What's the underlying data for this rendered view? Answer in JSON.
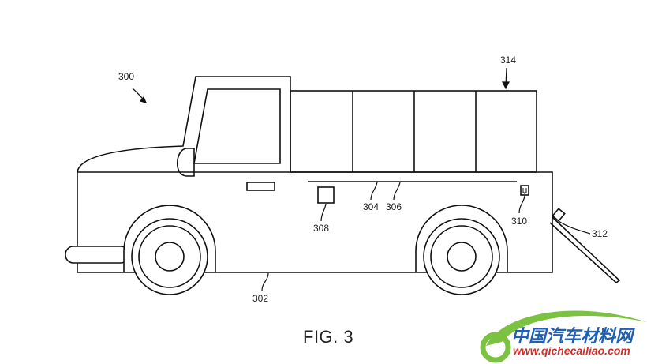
{
  "figure": {
    "caption": "FIG. 3",
    "labels": {
      "vehicle": "300",
      "body": "302",
      "rail_a": "304",
      "rail_b": "306",
      "module": "308",
      "connector": "310",
      "ramp": "312",
      "storage": "314"
    }
  },
  "watermark": {
    "chinese": "中国汽车材料网",
    "url": "www.qichecailiao.com",
    "colors": {
      "green": "#7cc242",
      "blue": "#1f5fb4",
      "red": "#d0302a"
    }
  }
}
